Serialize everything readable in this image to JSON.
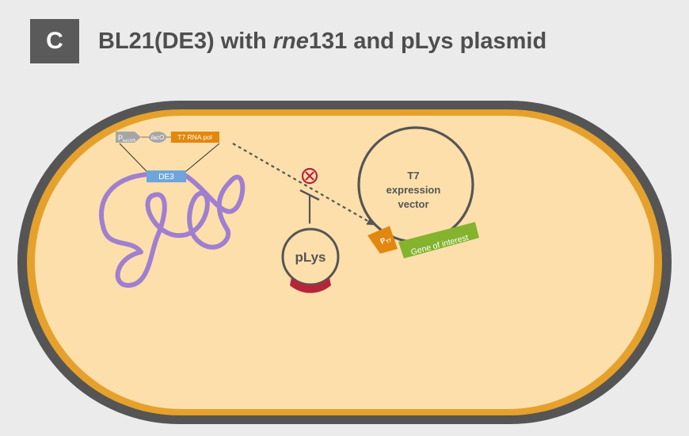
{
  "panel": {
    "label": "C"
  },
  "title": {
    "prefix": "BL21(DE3) with ",
    "gene_italic": "rne",
    "suffix": "131 and pLys plasmid"
  },
  "operon": {
    "promoter_main": "P",
    "promoter_sub": "lacUV5",
    "operator": "lacO",
    "gene": "T7 RNA pol"
  },
  "chromosome": {
    "insert_label": "DE3"
  },
  "plysplasmid": {
    "label": "pLys"
  },
  "vector": {
    "label_line1": "T7",
    "label_line2": "expression",
    "label_line3": "vector",
    "promoter_main": "P",
    "promoter_sub": "T7",
    "gene": "Gene of interest"
  },
  "colors": {
    "background": "#ebebeb",
    "membrane_outer": "#555555",
    "membrane_inner": "#e5a12b",
    "cytoplasm": "#fddfab",
    "chromosome": "#a07fd0",
    "de3_box": "#6fa5dc",
    "t7_promoter": "#e2870f",
    "gene_of_interest": "#84b32e",
    "plys_insert": "#b5263a",
    "inhibit_symbol": "#b5263a"
  },
  "icons": {
    "inhibition": "circle-x-icon",
    "promoter": "arrow-right-icon"
  }
}
